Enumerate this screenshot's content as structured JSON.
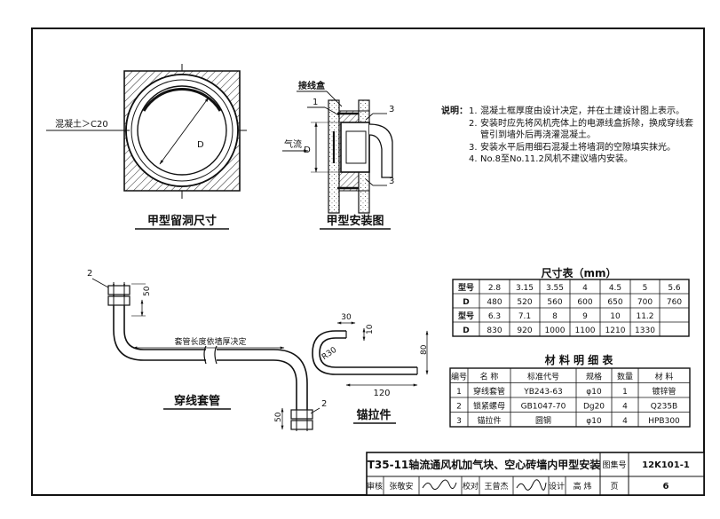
{
  "drawings": {
    "hole_title": "甲型留洞尺寸",
    "hole_concrete": "混凝土＞C20",
    "hole_dim": "D",
    "install_title": "甲型安装图",
    "install_jxh": "接线盒",
    "install_airflow": "气流",
    "install_dim": "D",
    "callout_1": "1",
    "callout_3a": "3",
    "callout_3b": "3",
    "conduit_title": "穿线套管",
    "conduit_len": "套管长度依墙厚决定",
    "conduit_2a": "2",
    "conduit_2b": "2",
    "conduit_50a": "50",
    "conduit_50b": "50",
    "anchor_title": "锚拉件",
    "anchor_30": "30",
    "anchor_10": "10",
    "anchor_r30": "R30",
    "anchor_80": "80",
    "anchor_120": "120"
  },
  "notes": {
    "lead": "说明：",
    "items": [
      {
        "n": "1.",
        "text": "混凝土框厚度由设计决定，并在土建设计图上表示。"
      },
      {
        "n": "2.",
        "text": "安装时应先将风机壳体上的电源线盒拆除，换成穿线套管引到墙外后再浇灌混凝土。"
      },
      {
        "n": "3.",
        "text": "安装水平后用细石混凝土将墙洞的空隙填实抹光。"
      },
      {
        "n": "4.",
        "text": "No.8至No.11.2风机不建议墙内安装。"
      }
    ]
  },
  "size_table": {
    "title": "尺寸表（mm）",
    "rows": [
      [
        "型号",
        "2.8",
        "3.15",
        "3.55",
        "4",
        "4.5",
        "5",
        "5.6"
      ],
      [
        "D",
        "480",
        "520",
        "560",
        "600",
        "650",
        "700",
        "760"
      ],
      [
        "型号",
        "6.3",
        "7.1",
        "8",
        "9",
        "10",
        "11.2",
        ""
      ],
      [
        "D",
        "830",
        "920",
        "1000",
        "1100",
        "1210",
        "1330",
        ""
      ]
    ]
  },
  "material_table": {
    "title": "材 料 明 细 表",
    "headers": [
      "编号",
      "名 称",
      "标准代号",
      "规格",
      "数量",
      "材 料"
    ],
    "rows": [
      [
        "1",
        "穿线套管",
        "YB243-63",
        "φ10",
        "1",
        "镀锌管"
      ],
      [
        "2",
        "锁紧螺母",
        "GB1047-70",
        "Dg20",
        "4",
        "Q235B"
      ],
      [
        "3",
        "锚拉件",
        "圆钢",
        "φ10",
        "4",
        "HPB300"
      ]
    ]
  },
  "title_block": {
    "title": "T35-11轴流通风机加气块、空心砖墙内甲型安装",
    "atlas_label": "图集号",
    "atlas_no": "12K101-1",
    "review": "审核",
    "reviewer": "张敬安",
    "check": "校对",
    "checker": "王曾杰",
    "design": "设计",
    "designer": "高 炜",
    "page_label": "页",
    "page_no": "6"
  }
}
